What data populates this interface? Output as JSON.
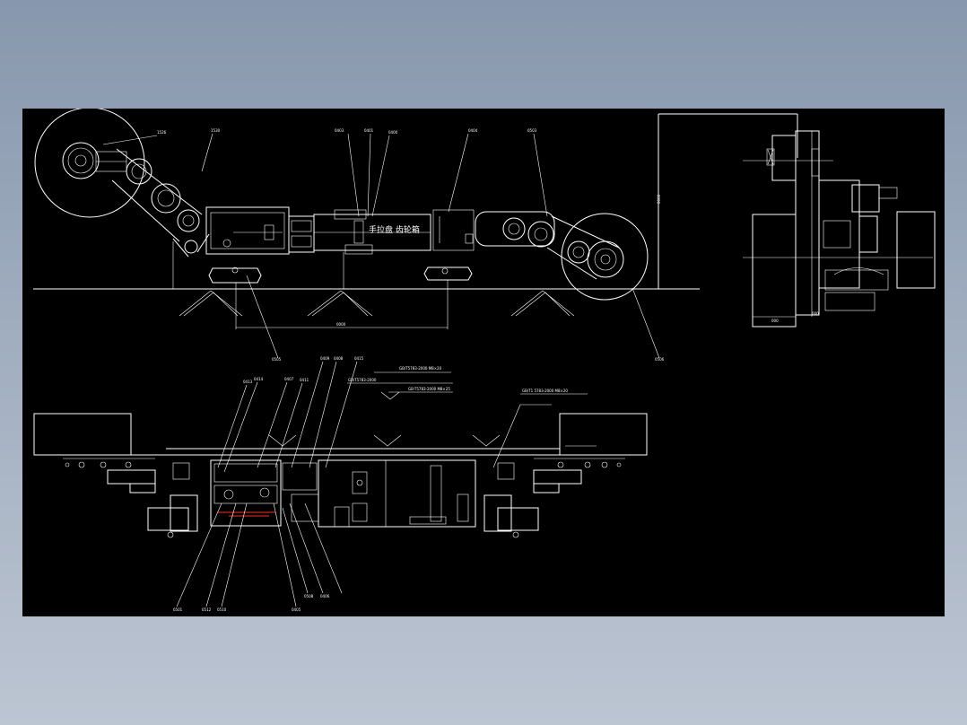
{
  "drawing": {
    "background_color": "#000000",
    "line_color": "#ffffff",
    "highlight_color": "#ff2a2a",
    "chinese_label": "手拉盘 齿轮箱",
    "side_view": {
      "callouts": [
        "1526",
        "1530",
        "0403",
        "0401",
        "0400",
        "0404",
        "0503",
        "0505",
        "0506"
      ]
    },
    "plan_view": {
      "callouts_top": [
        "0413",
        "0414",
        "0407",
        "0411",
        "0409",
        "0408",
        "0415"
      ],
      "callouts_bottom": [
        "0501",
        "0512",
        "0510",
        "0405",
        "0508",
        "0406"
      ],
      "notes": [
        "GB/T5783-2000 M8×20",
        "GB/T5783-2000",
        "GB-T5783-2000 M8×25",
        "GB/T1 5783-2000 M8×20"
      ]
    }
  }
}
